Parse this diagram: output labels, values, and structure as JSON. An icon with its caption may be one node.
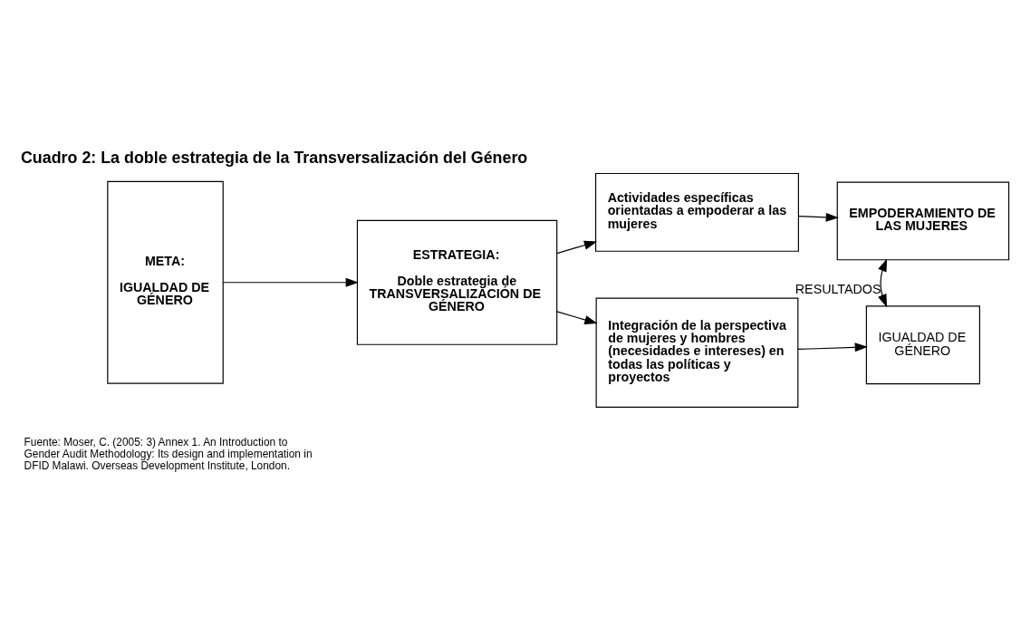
{
  "diagram": {
    "title": "Cuadro 2: La doble estrategia de la Transversalización del Género",
    "caption": "Fuente: Moser, C. (2005: 3) Annex 1. An Introduction to Gender Audit Methodology: Its design and implementation in DFID Malawi. Overseas Development Institute, London.",
    "nodes": [
      {
        "text": [
          "META:",
          "IGUALDAD DE GÉNERO"
        ]
      },
      {
        "text": [
          "ESTRATEGIA:",
          "Doble estrategia de TRANSVERSALIZACIÓN DE GÉNERO"
        ]
      },
      {
        "text": [
          "Integración de la perspectiva de mujeres y hombres (necesidades e intereses) en todas las políticas y proyectos"
        ]
      },
      {
        "text": [
          "IGUALDAD DE GÉNERO"
        ]
      },
      {
        "text": [
          "Actividades específicas orientadas a empoderar a las mujeres"
        ]
      },
      {
        "text": [
          "EMPODERAMIENTO DE LAS MUJERES"
        ]
      }
    ],
    "edges": [
      {
        "from": 0,
        "to": 1,
        "arrow": "to"
      },
      {
        "from": 1,
        "to": 2,
        "arrow": "to"
      },
      {
        "from": 1,
        "to": 4,
        "arrow": "to"
      },
      {
        "from": 2,
        "to": 3,
        "arrow": "to"
      },
      {
        "from": 4,
        "to": 5,
        "arrow": "to"
      },
      {
        "from": 3,
        "to": 5,
        "arrow": "both",
        "label": "RESULTADOS"
      }
    ]
  }
}
